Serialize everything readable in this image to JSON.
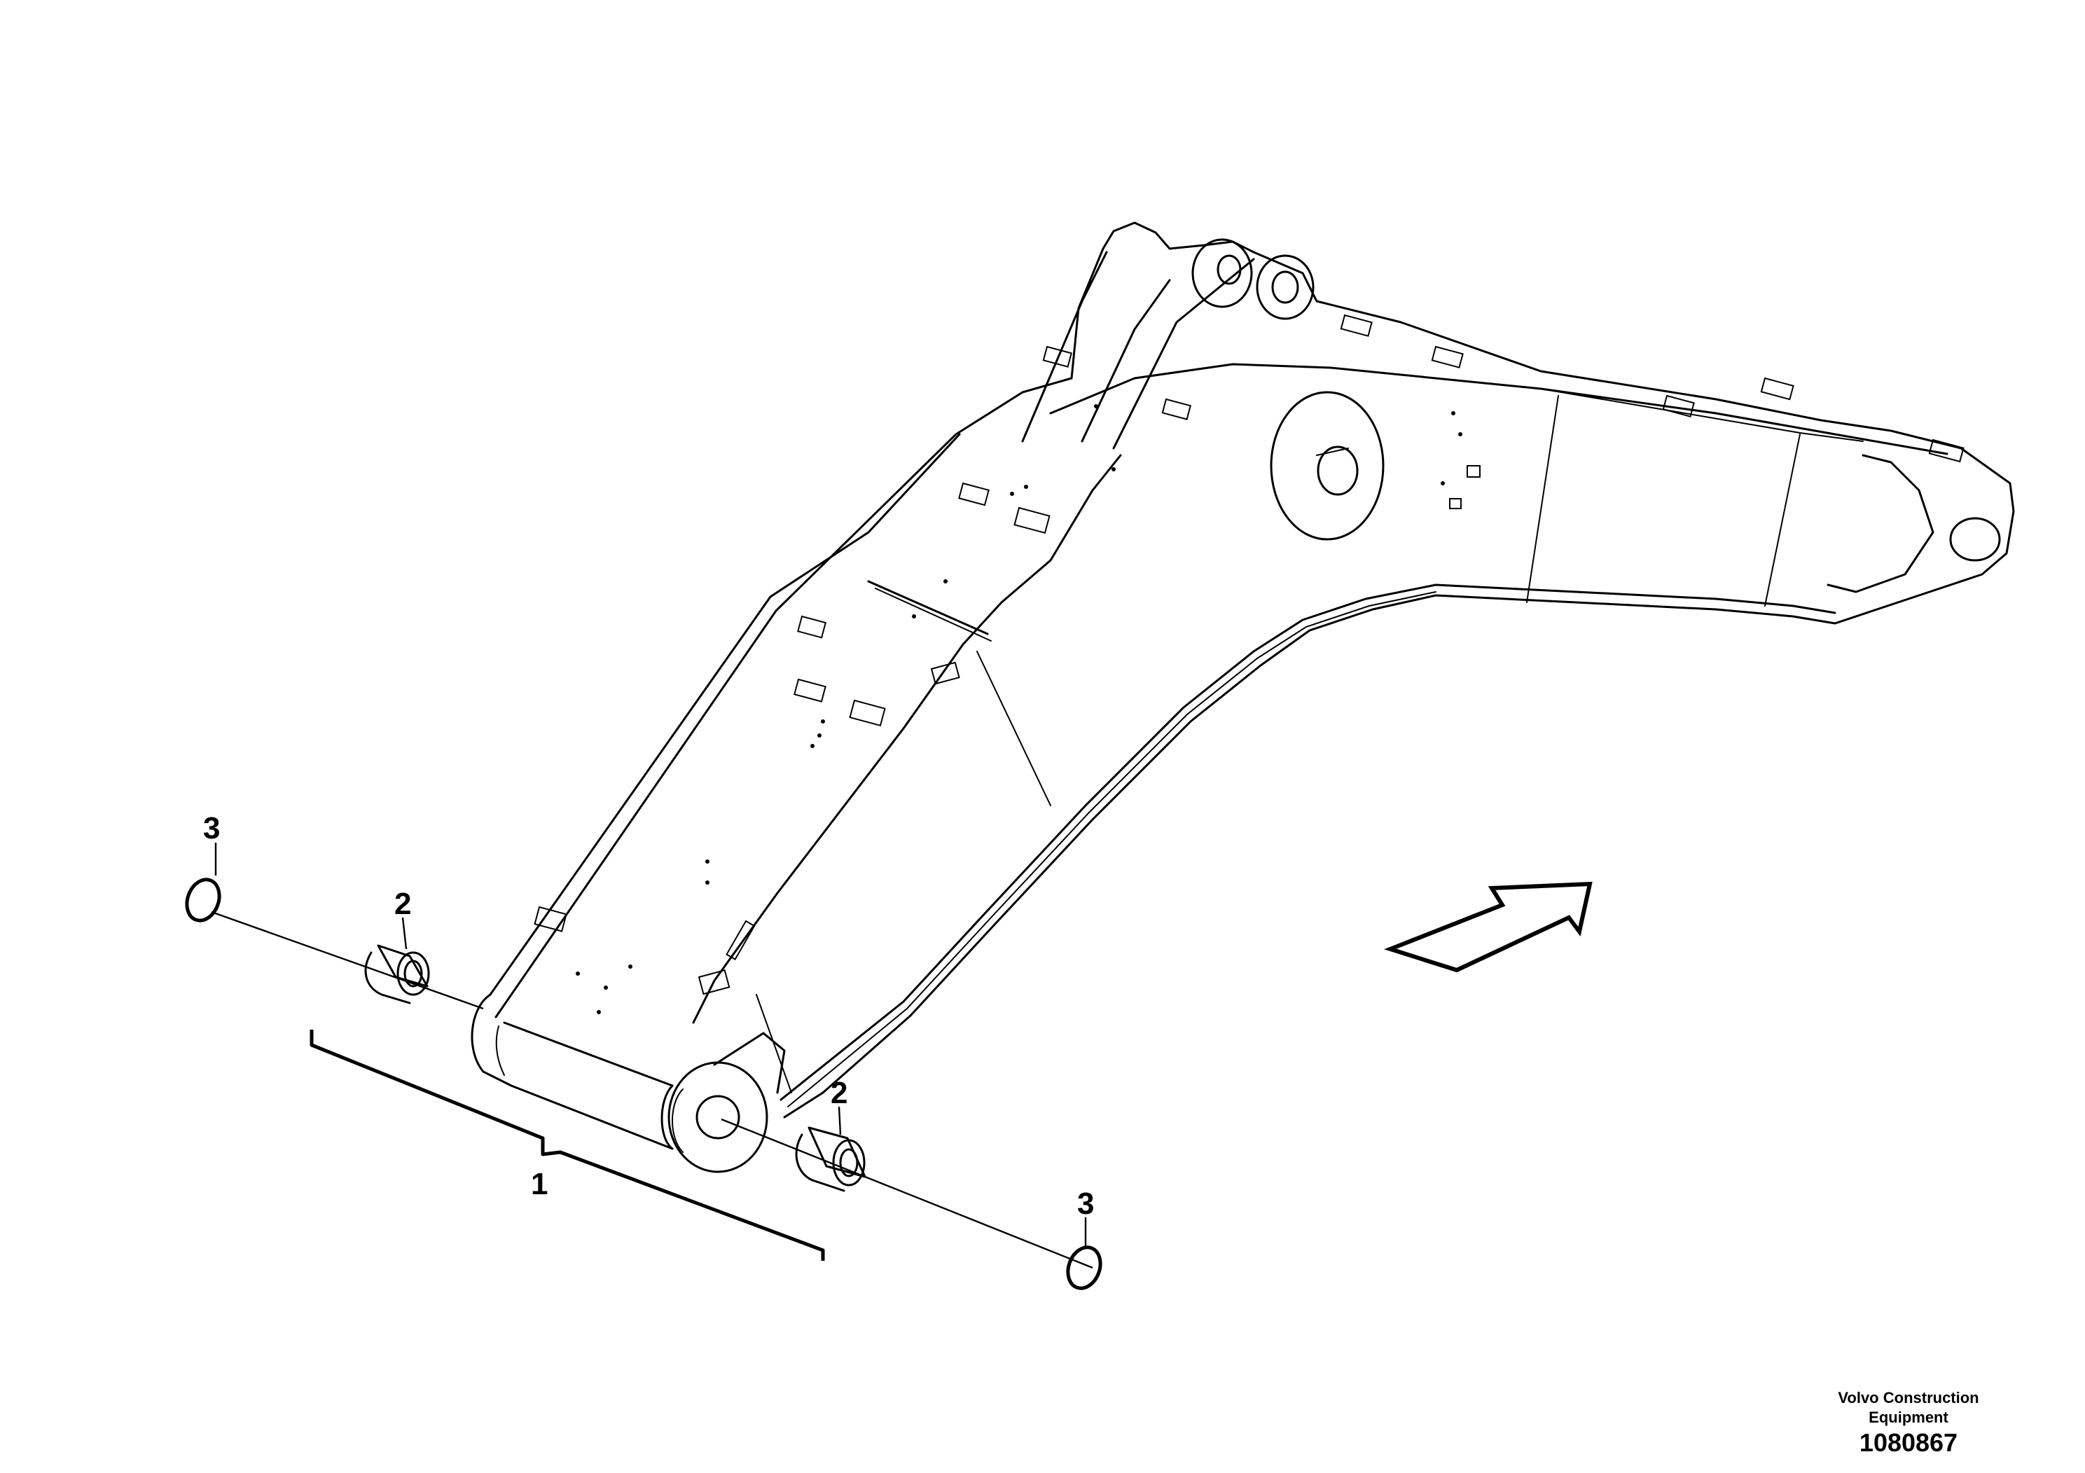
{
  "callouts": {
    "item_1": "1",
    "item_2_left": "2",
    "item_2_right": "2",
    "item_3_left": "3",
    "item_3_right": "3"
  },
  "title_block": {
    "company_line1": "Volvo Construction",
    "company_line2": "Equipment",
    "drawing_number": "1080867"
  },
  "colors": {
    "line": "#000000",
    "background": "#ffffff"
  },
  "icons": {
    "direction": "direction-arrow-icon"
  }
}
